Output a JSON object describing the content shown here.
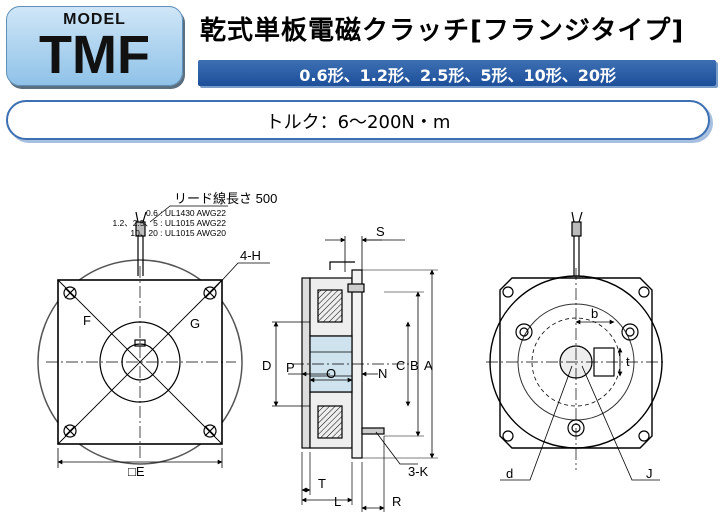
{
  "header": {
    "model_label": "MODEL",
    "model_code": "TMF",
    "title": "乾式単板電磁クラッチ[フランジタイプ]",
    "sizes": "0.6形、1.2形、2.5形、5形、10形、20形",
    "torque": "トルク：6〜200N・m"
  },
  "drawing": {
    "lead_title": "リード線長さ 500",
    "lead_spec_1": "0.6 : UL1430 AWG22",
    "lead_spec_2": "1.2、2.5、5 : UL1015 AWG22",
    "lead_spec_3": "10、20 : UL1015 AWG20",
    "labels": {
      "h": "4-H",
      "f": "F",
      "g": "G",
      "e": "□E",
      "s": "S",
      "d": "D",
      "p": "P",
      "o": "O",
      "n": "N",
      "c": "C",
      "b": "B",
      "a": "A",
      "k": "3-K",
      "t": "T",
      "l": "L",
      "r": "R",
      "b_small": "b",
      "t_small": "t",
      "d_small": "d",
      "j": "J"
    }
  }
}
